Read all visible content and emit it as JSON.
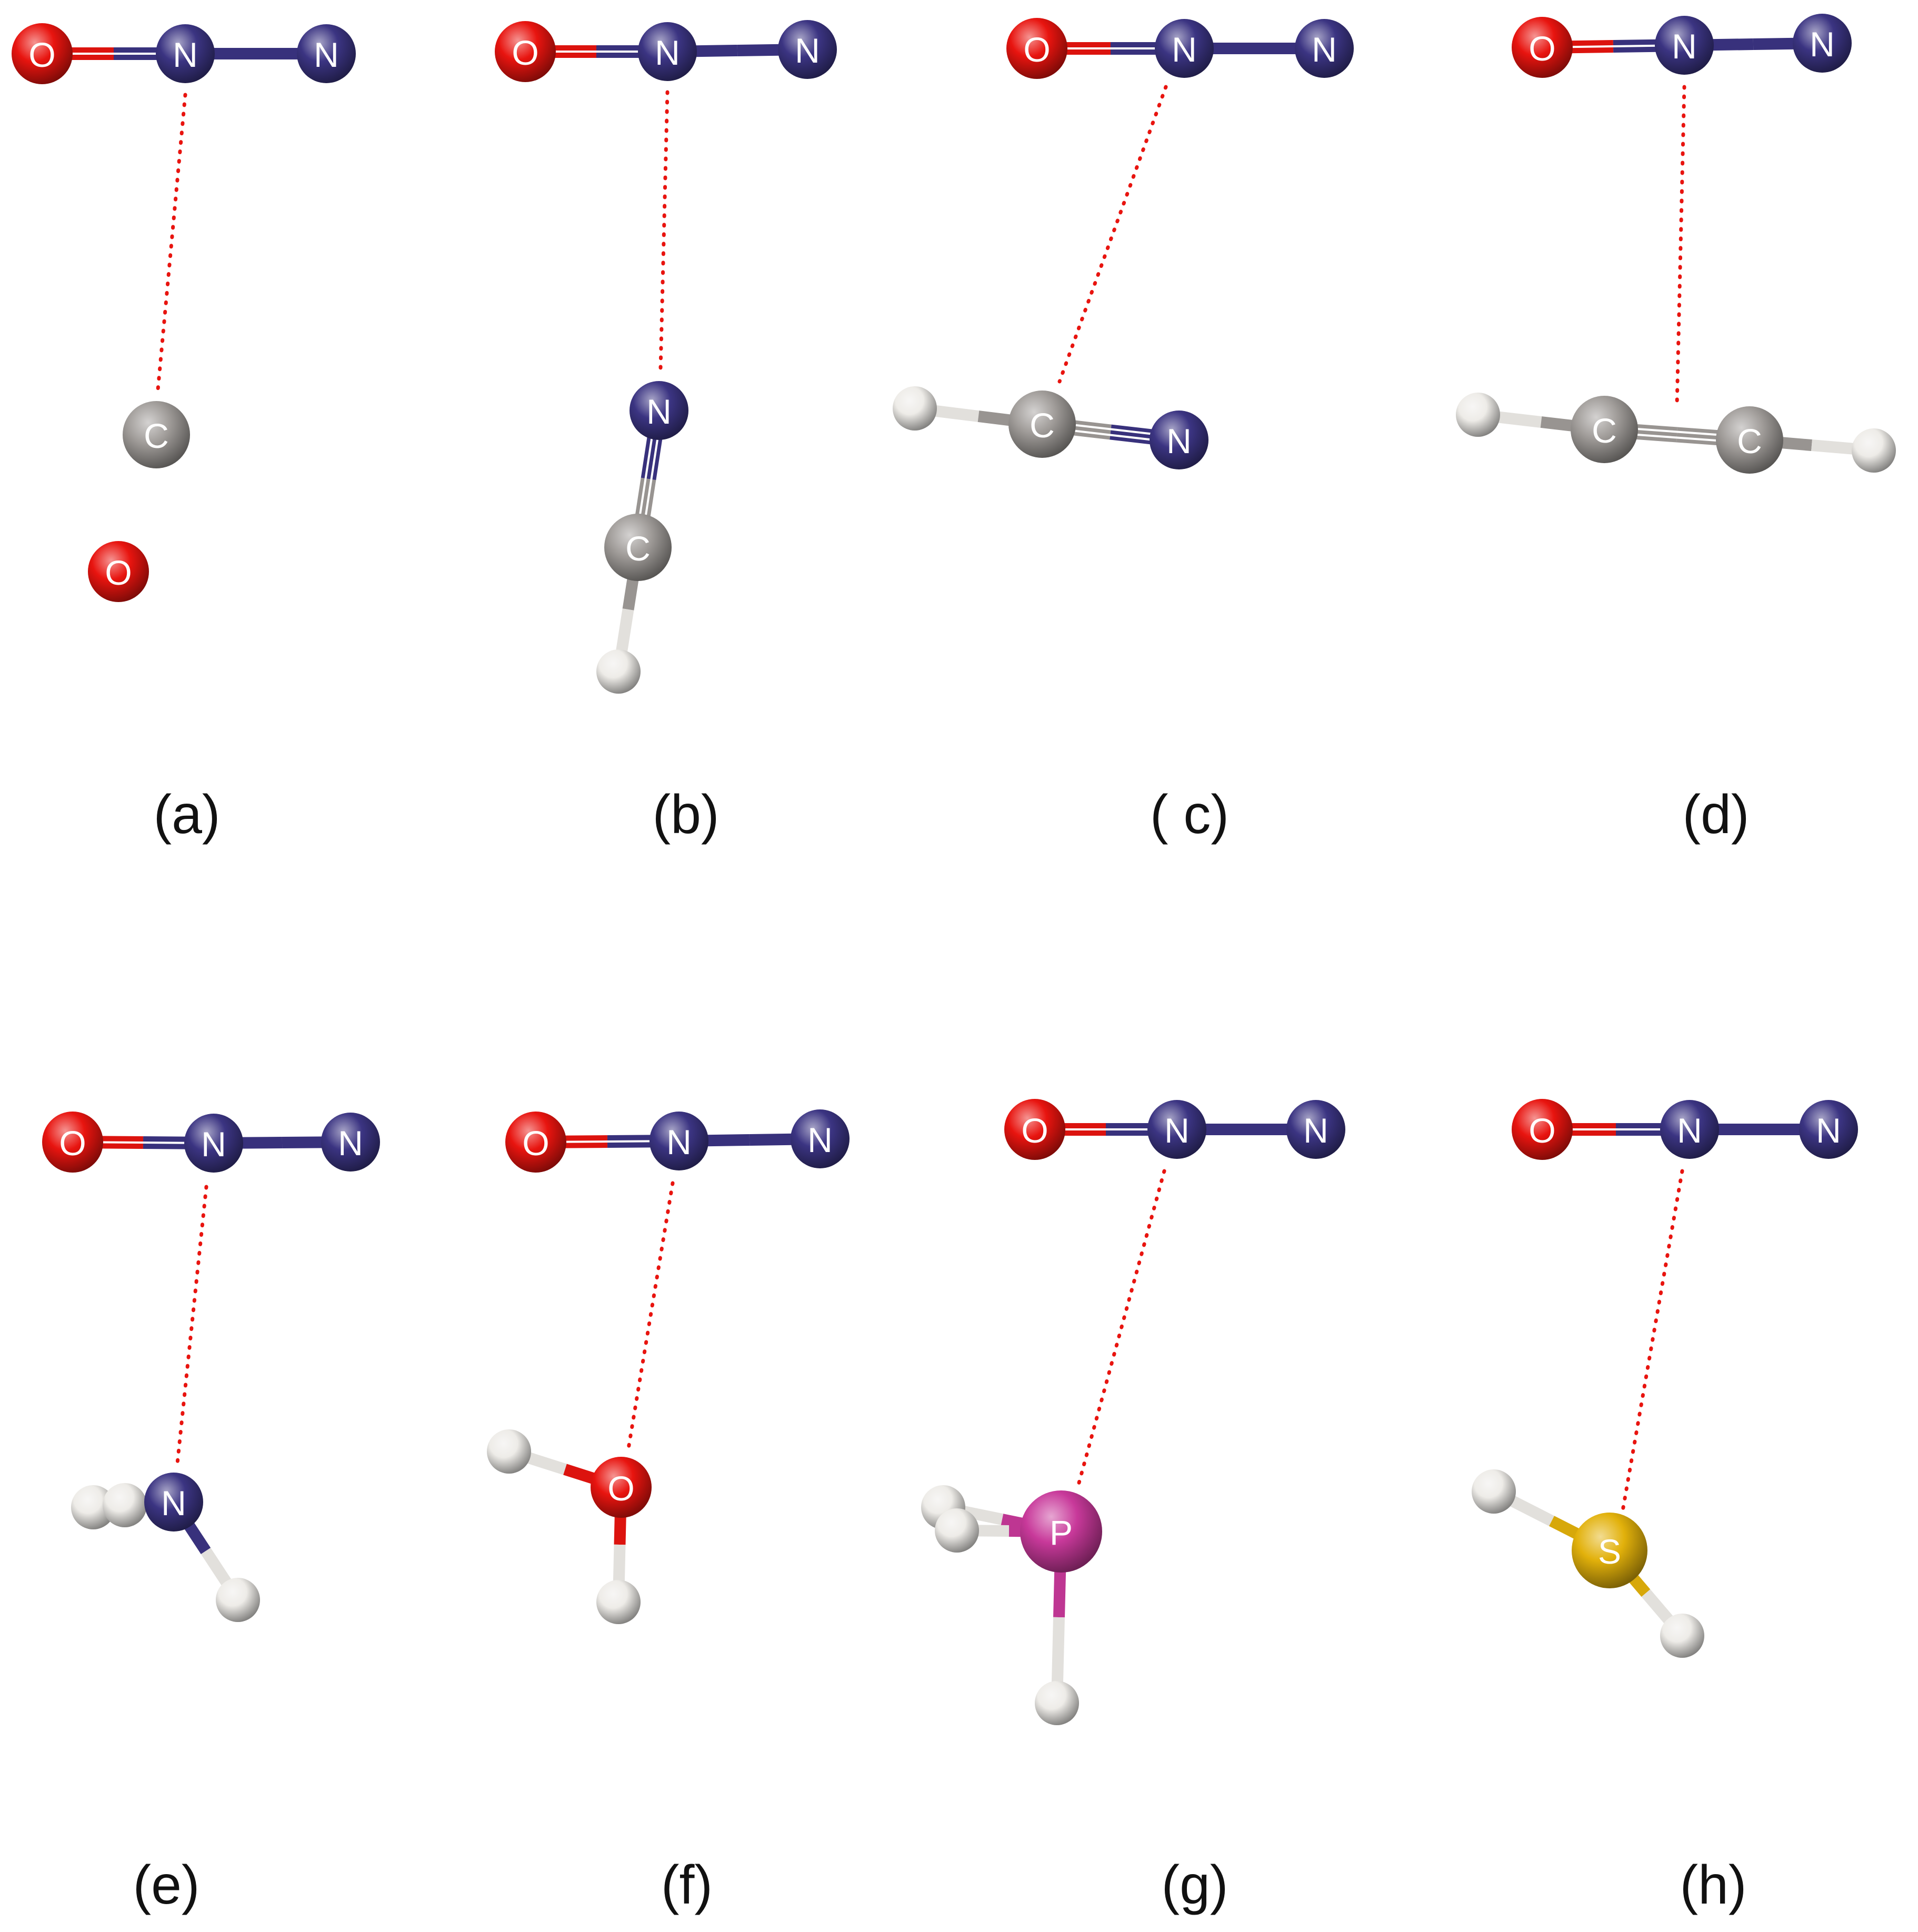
{
  "palette": {
    "O": "#e8140f",
    "N": "#3b3482",
    "C": "#a09c99",
    "H": "#eeece8",
    "P": "#c8399a",
    "S": "#e2b10b",
    "interaction": "#e8140f"
  },
  "panels": [
    {
      "id": "a",
      "label": "(a)",
      "atoms": [
        {
          "el": "O",
          "text": "O"
        },
        {
          "el": "N",
          "text": "N"
        },
        {
          "el": "N",
          "text": "N"
        },
        {
          "el": "C",
          "text": "C"
        },
        {
          "el": "O",
          "text": "O"
        }
      ]
    },
    {
      "id": "b",
      "label": "(b)",
      "atoms": [
        {
          "el": "O",
          "text": "O"
        },
        {
          "el": "N",
          "text": "N"
        },
        {
          "el": "N",
          "text": "N"
        },
        {
          "el": "N",
          "text": "N"
        },
        {
          "el": "C",
          "text": "C"
        },
        {
          "el": "H",
          "text": ""
        }
      ]
    },
    {
      "id": "c",
      "label": "( c)",
      "atoms": [
        {
          "el": "O",
          "text": "O"
        },
        {
          "el": "N",
          "text": "N"
        },
        {
          "el": "N",
          "text": "N"
        },
        {
          "el": "H",
          "text": ""
        },
        {
          "el": "C",
          "text": "C"
        },
        {
          "el": "N",
          "text": "N"
        }
      ]
    },
    {
      "id": "d",
      "label": "(d)",
      "atoms": [
        {
          "el": "O",
          "text": "O"
        },
        {
          "el": "N",
          "text": "N"
        },
        {
          "el": "N",
          "text": "N"
        },
        {
          "el": "H",
          "text": ""
        },
        {
          "el": "C",
          "text": "C"
        },
        {
          "el": "C",
          "text": "C"
        },
        {
          "el": "H",
          "text": ""
        }
      ]
    },
    {
      "id": "e",
      "label": "(e)",
      "atoms": [
        {
          "el": "O",
          "text": "O"
        },
        {
          "el": "N",
          "text": "N"
        },
        {
          "el": "N",
          "text": "N"
        },
        {
          "el": "H",
          "text": ""
        },
        {
          "el": "H",
          "text": ""
        },
        {
          "el": "N",
          "text": "N"
        },
        {
          "el": "H",
          "text": ""
        }
      ]
    },
    {
      "id": "f",
      "label": "(f)",
      "atoms": [
        {
          "el": "O",
          "text": "O"
        },
        {
          "el": "N",
          "text": "N"
        },
        {
          "el": "N",
          "text": "N"
        },
        {
          "el": "H",
          "text": ""
        },
        {
          "el": "O",
          "text": "O"
        },
        {
          "el": "H",
          "text": ""
        }
      ]
    },
    {
      "id": "g",
      "label": "(g)",
      "atoms": [
        {
          "el": "O",
          "text": "O"
        },
        {
          "el": "N",
          "text": "N"
        },
        {
          "el": "N",
          "text": "N"
        },
        {
          "el": "H",
          "text": ""
        },
        {
          "el": "H",
          "text": ""
        },
        {
          "el": "P",
          "text": "P"
        },
        {
          "el": "H",
          "text": ""
        }
      ]
    },
    {
      "id": "h",
      "label": "(h)",
      "atoms": [
        {
          "el": "O",
          "text": "O"
        },
        {
          "el": "N",
          "text": "N"
        },
        {
          "el": "N",
          "text": "N"
        },
        {
          "el": "H",
          "text": ""
        },
        {
          "el": "S",
          "text": "S"
        },
        {
          "el": "H",
          "text": ""
        }
      ]
    }
  ]
}
